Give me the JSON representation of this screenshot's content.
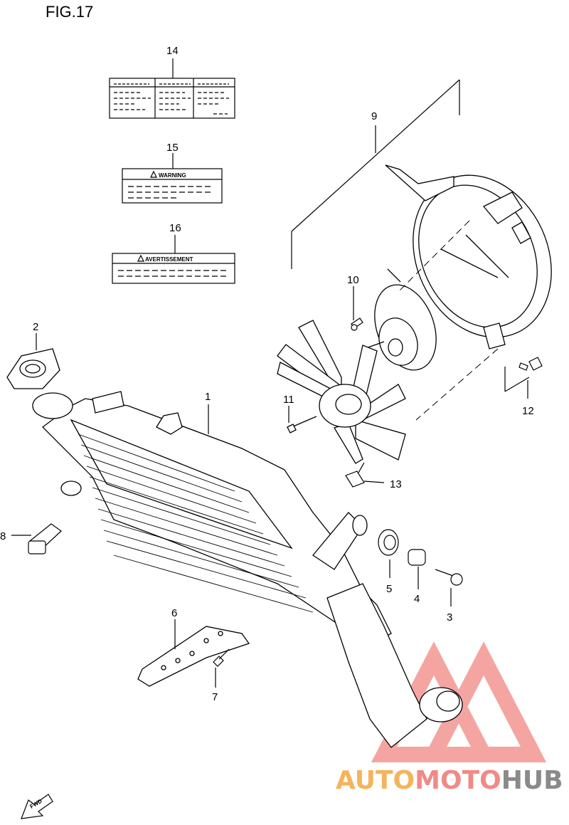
{
  "figure": {
    "title": "FIG.17"
  },
  "callouts": {
    "c1": "1",
    "c2": "2",
    "c3": "3",
    "c4": "4",
    "c5": "5",
    "c6": "6",
    "c7": "7",
    "c8": "8",
    "c9": "9",
    "c10": "10",
    "c11": "11",
    "c12": "12",
    "c13": "13",
    "c14": "14",
    "c15": "15",
    "c16": "16"
  },
  "labels": {
    "warning": "WARNING",
    "avertissement": "AVERTISSEMENT"
  },
  "watermark": {
    "part1": "AUTO",
    "part2": "MOTO",
    "part3": "HUB",
    "colors": {
      "auto": "#f5b45a",
      "moto": "#f08a86",
      "hub": "#8a8a8a",
      "logo": "#f39c97"
    }
  },
  "fwd_arrow": {
    "text": "FWD"
  }
}
